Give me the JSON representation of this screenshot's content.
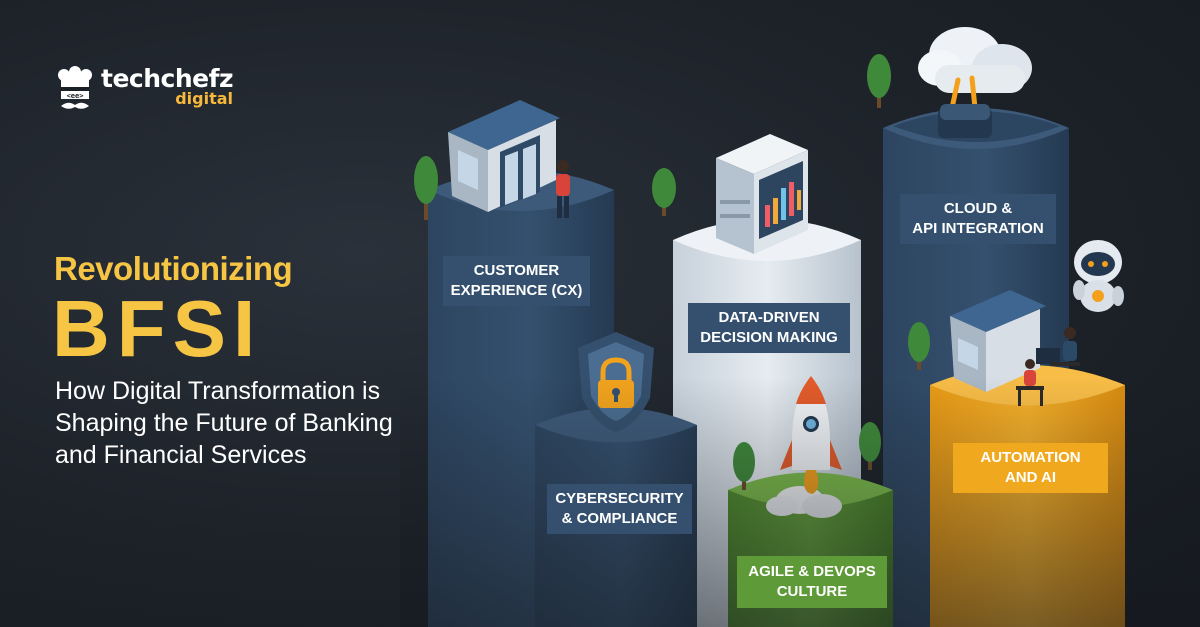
{
  "brand": {
    "name": "techchefz",
    "sub": "digital",
    "icon": "chef-hat-mustache-icon"
  },
  "headline": {
    "kicker": "Revolutionizing",
    "hero": "BFSI",
    "subtitle": "How Digital Transformation is Shaping the Future of Banking and Financial Services"
  },
  "pillars": [
    {
      "label": "CUSTOMER\nEXPERIENCE (CX)",
      "icon": "storefront-icon"
    },
    {
      "label": "CYBERSECURITY\n& COMPLIANCE",
      "icon": "shield-lock-icon"
    },
    {
      "label": "DATA-DRIVEN\nDECISION MAKING",
      "icon": "server-chart-icon"
    },
    {
      "label": "AGILE & DEVOPS\nCULTURE",
      "icon": "rocket-icon"
    },
    {
      "label": "CLOUD &\nAPI INTEGRATION",
      "icon": "cloud-icon"
    },
    {
      "label": "AUTOMATION\nAND AI",
      "icon": "robot-icon"
    }
  ],
  "colors": {
    "background": "#1b2027",
    "accent": "#f6c544",
    "pillar_blue": "#34506e",
    "pillar_white": "#dfe6ed",
    "pillar_green": "#5e9a37",
    "pillar_orange": "#f0a81e"
  }
}
